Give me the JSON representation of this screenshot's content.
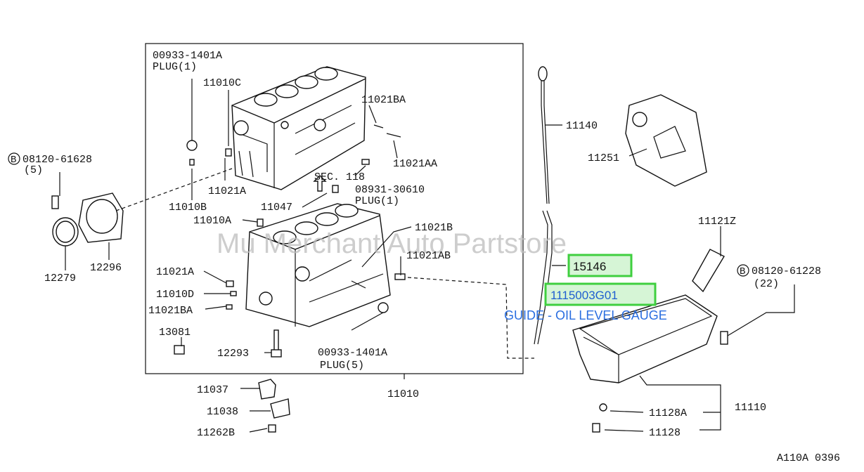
{
  "watermark": "Mu    Merchant Auto Partstore",
  "figure_code": "A110A 0396",
  "highlight": {
    "part_a": "15146",
    "part_b": "1115003G01",
    "part_b_description": "GUIDE - OIL LEVEL GAUGE"
  },
  "labels": {
    "plug_top_num": "00933-1401A",
    "plug_top_desc": "PLUG(1)",
    "p11010C": "11010C",
    "p11021BA_top": "11021BA",
    "p11021AA": "11021AA",
    "p11021A_top": "11021A",
    "p11010B": "11010B",
    "sec118": "SEC. 118",
    "p08931": "08931-30610",
    "plug_1b": "PLUG(1)",
    "p11047": "11047",
    "p11010A": "11010A",
    "p11021B": "11021B",
    "p11021AB": "11021AB",
    "p11021A_low": "11021A",
    "p11010D": "11010D",
    "p11021BA_low": "11021BA",
    "p13081": "13081",
    "p12293": "12293",
    "plug_bot_num": "00933-1401A",
    "plug_bot_desc": "PLUG(5)",
    "p11010": "11010",
    "bolt_left_badge": "B",
    "bolt_left_num": "08120-61628",
    "bolt_left_qty": "(5)",
    "p12279": "12279",
    "p12296": "12296",
    "p11140": "11140",
    "p11251": "11251",
    "p11121Z": "11121Z",
    "bolt_right_badge": "B",
    "bolt_right_num": "08120-61228",
    "bolt_right_qty": "(22)",
    "p11037": "11037",
    "p11038": "11038",
    "p11262B": "11262B",
    "p11128A": "11128A",
    "p11128": "11128",
    "p11110": "11110"
  }
}
